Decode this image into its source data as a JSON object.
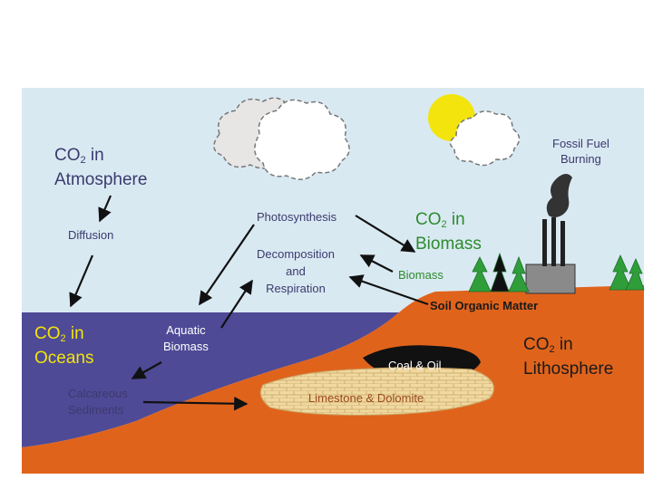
{
  "labels": {
    "atmosphere": {
      "co": "CO",
      "sub": "2",
      "in": " in",
      "line2": "Atmosphere"
    },
    "oceans": {
      "co": "CO",
      "sub": "2",
      "in": " in",
      "line2": "Oceans"
    },
    "biomass_title": {
      "co": "CO",
      "sub": "2",
      "in": " in",
      "line2": "Biomass"
    },
    "lithosphere": {
      "co": "CO",
      "sub": "2",
      "in": " in",
      "line2": "Lithosphere"
    },
    "diffusion": "Diffusion",
    "photosynthesis": "Photosynthesis",
    "decomposition": [
      "Decomposition",
      "and",
      "Respiration"
    ],
    "biomass": "Biomass",
    "soil": "Soil Organic Matter",
    "aquatic": [
      "Aquatic",
      "Biomass"
    ],
    "calcareous": [
      "Calcareous",
      "Sediments"
    ],
    "coal": "Coal & Oil",
    "limestone": "Limestone & Dolomite",
    "fossil": [
      "Fossil Fuel",
      "Burning"
    ]
  },
  "colors": {
    "sky": "#d9e9f2",
    "ocean": "#4e4a96",
    "land": "#e0631c",
    "sun": "#f2e40c",
    "tree": "#2f9e3a",
    "factory": "#8a8a8a",
    "coal": "#111111",
    "limestone": "#f0d9a0",
    "text": "#3b3a6e",
    "green_text": "#2e8b2e"
  }
}
